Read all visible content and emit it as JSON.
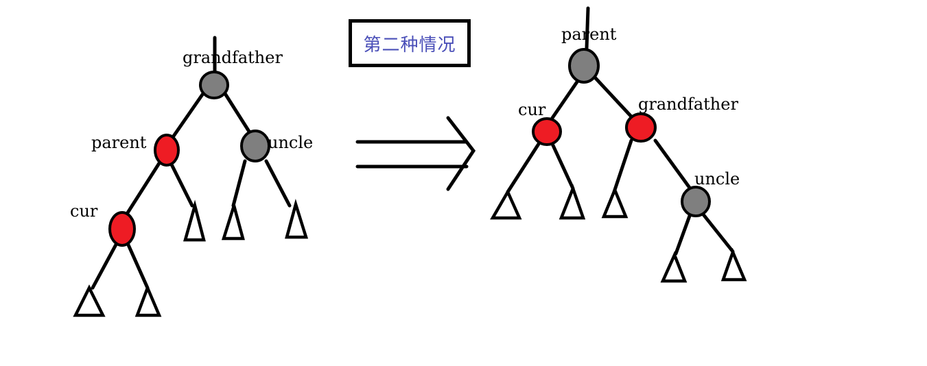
{
  "title": "第二种情况",
  "colors": {
    "red_node": "#ee1c24",
    "black_node": "#7f7f7f",
    "edge": "#000000",
    "title_text": "#4a4fb8"
  },
  "before": {
    "labels": {
      "root": "grandfather",
      "left": "parent",
      "right": "uncle",
      "leftleft": "cur"
    }
  },
  "after": {
    "labels": {
      "root": "parent",
      "left": "cur",
      "right": "grandfather",
      "rightright": "uncle"
    }
  },
  "arrow": "double-arrow-right"
}
